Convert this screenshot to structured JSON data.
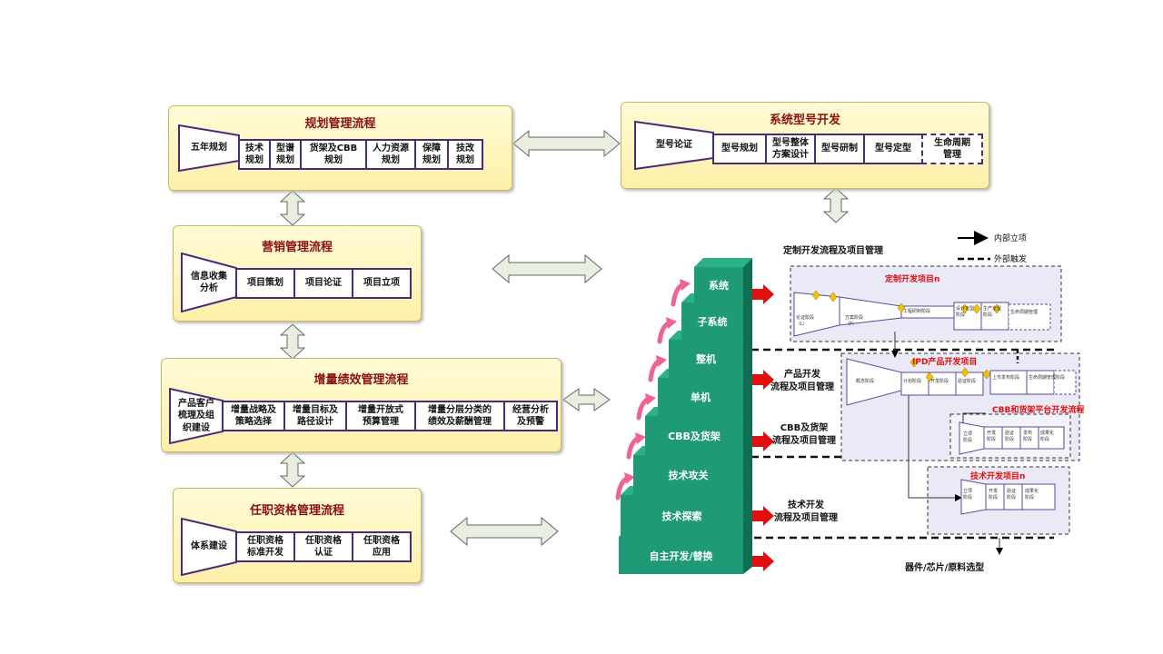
{
  "planning": {
    "title": "规划管理流程",
    "funnel": "五年规划",
    "items": [
      "技术\n规划",
      "型谱\n规划",
      "货架及CBB\n规划",
      "人力资源\n规划",
      "保障\n规划",
      "技改\n规划"
    ]
  },
  "marketing": {
    "title": "营销管理流程",
    "funnel": "信息收集\n分析",
    "items": [
      "项目策划",
      "项目论证",
      "项目立项"
    ]
  },
  "performance": {
    "title": "增量绩效管理流程",
    "funnel": "产品客户\n梳理及组\n织建设",
    "items": [
      "增量战略及\n策略选择",
      "增量目标及\n路径设计",
      "增量开放式\n预算管理",
      "增量分层分类的\n绩效及薪酬管理",
      "经营分析\n及预警"
    ]
  },
  "qualification": {
    "title": "任职资格管理流程",
    "funnel": "体系建设",
    "items": [
      "任职资格\n标准开发",
      "任职资格\n认证",
      "任职资格\n应用"
    ]
  },
  "system_dev": {
    "title": "系统型号开发",
    "funnel": "型号论证",
    "items": [
      "型号规划",
      "型号整体\n方案设计",
      "型号研制",
      "型号定型"
    ],
    "last_item": "生命周期\n管理"
  },
  "legend": {
    "internal": "内部立项",
    "external": "外部触发"
  },
  "stack": [
    "系统",
    "子系统",
    "整机",
    "单机",
    "CBB及货架",
    "技术攻关",
    "技术探索",
    "自主开发/替换"
  ],
  "labels": {
    "custom": "定制开发流程及项目管理",
    "product": "产品开发\n流程及项目管理",
    "cbb": "CBB及货架\n流程及项目管理",
    "tech": "技术开发\n流程及项目管理",
    "components": "器件/芯片/原料选型"
  },
  "custom_box": {
    "title": "定制开发项目n",
    "stages": [
      "论证阶段\n（L）",
      "方案阶段\n（F）",
      "工程研制阶段",
      "设计定型\n阶段",
      "生产定型\n阶段",
      "生命周期管理"
    ]
  },
  "ipd_box": {
    "title": "IPD产品开发项目",
    "stages": [
      "概念阶段",
      "计划阶段",
      "开发阶段",
      "验证阶段",
      "上市发布阶段",
      "生命周期管理阶段"
    ]
  },
  "cbb_box": {
    "title": "CBB和货架平台开发流程",
    "stages": [
      "立项\n阶段",
      "开发\n阶段",
      "验证\n阶段",
      "发布\n阶段",
      "成果化\n阶段"
    ]
  },
  "tech_box": {
    "title": "技术开发项目n",
    "stages": [
      "立项\n阶段",
      "开发\n阶段",
      "验证\n阶段",
      "成果化\n阶段"
    ]
  },
  "colors": {
    "step": "#1e9a76",
    "accent": "#4a2a7a",
    "title": "#8a1010",
    "red": "#e01010"
  }
}
